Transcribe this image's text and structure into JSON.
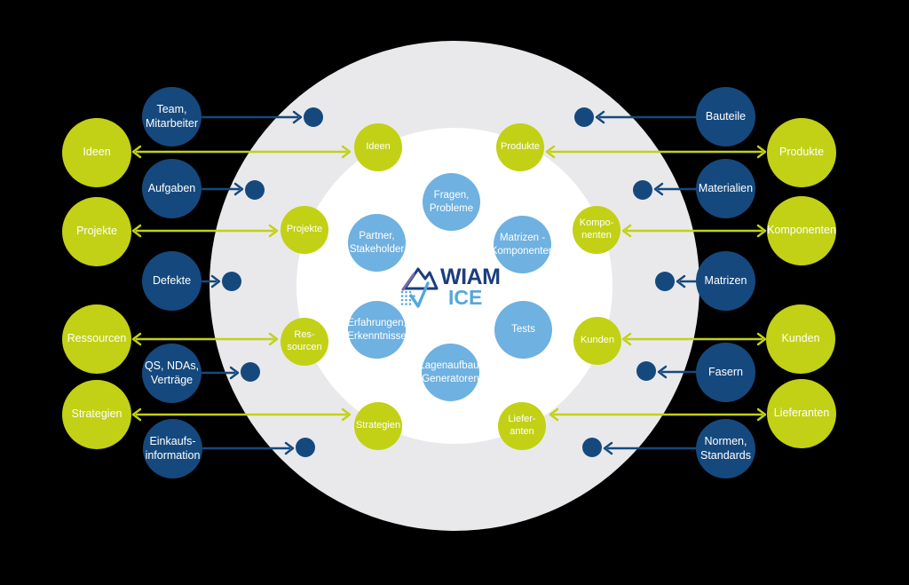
{
  "background_color": "#000000",
  "colors": {
    "lime": "#c2d116",
    "navy": "#15497e",
    "light_blue": "#6fb1e0",
    "ring_gray": "#e9e9eb",
    "inner_white": "#ffffff",
    "logo_navy": "#1c3e7e",
    "logo_light_blue": "#55a7dd",
    "logo_purple": "#7c68ad"
  },
  "logo": {
    "wiam": "WIAM",
    "ice": "ICE"
  },
  "left_column": {
    "yellow": [
      {
        "label": "Ideen"
      },
      {
        "label": "Projekte"
      },
      {
        "label": "Ressourcen"
      },
      {
        "label": "Strategien"
      }
    ],
    "blue": [
      {
        "label": "Team,\nMitarbeiter"
      },
      {
        "label": "Aufgaben"
      },
      {
        "label": "Defekte"
      },
      {
        "label": "QS, NDAs,\nVerträge"
      },
      {
        "label": "Einkaufs-\ninformation"
      }
    ]
  },
  "right_column": {
    "blue": [
      {
        "label": "Bauteile"
      },
      {
        "label": "Materialien"
      },
      {
        "label": "Matrizen"
      },
      {
        "label": "Fasern"
      },
      {
        "label": "Normen,\nStandards"
      }
    ],
    "yellow": [
      {
        "label": "Produkte"
      },
      {
        "label": "Komponenten"
      },
      {
        "label": "Kunden"
      },
      {
        "label": "Lieferanten"
      }
    ]
  },
  "ring": {
    "yellow": [
      {
        "label": "Ideen"
      },
      {
        "label": "Produkte"
      },
      {
        "label": "Projekte"
      },
      {
        "label": "Kompo-\nnenten"
      },
      {
        "label": "Res-\nsourcen"
      },
      {
        "label": "Kunden"
      },
      {
        "label": "Strategien"
      },
      {
        "label": "Liefer-\nanten"
      }
    ]
  },
  "core": {
    "blue": [
      {
        "label": "Fragen,\nProbleme"
      },
      {
        "label": "Partner,\nStakeholder"
      },
      {
        "label": "Matrizen -\nKomponenten"
      },
      {
        "label": "Erfahrungen,\nErkenntnisse"
      },
      {
        "label": "Tests"
      },
      {
        "label": "Lagenaufbau,\nGeneratoren"
      }
    ]
  }
}
